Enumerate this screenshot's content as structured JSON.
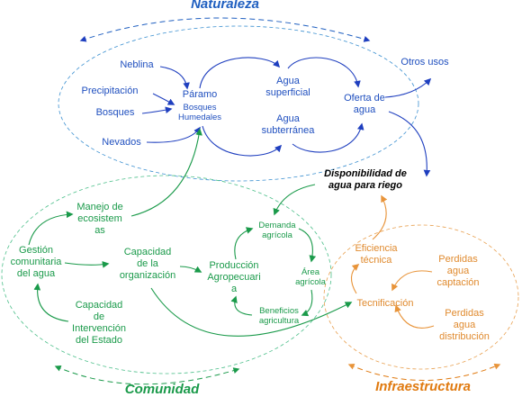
{
  "groups": {
    "naturaleza": {
      "title": "Naturaleza",
      "color": "#1f5fc0"
    },
    "comunidad": {
      "title": "Comunidad",
      "color": "#1a9a4a"
    },
    "infraestructura": {
      "title": "Infraestructura",
      "color": "#e07a10"
    }
  },
  "nodes": {
    "neblina": "Neblina",
    "precipitacion": "Precipitación",
    "bosques": "Bosques",
    "nevados": "Nevados",
    "paramo": "Páramo",
    "bosques_humedales": "Bosques\nHumedales",
    "agua_superficial": "Agua\nsuperficial",
    "agua_subterranea": "Agua\nsubterránea",
    "oferta_agua": "Oferta de\nagua",
    "otros_usos": "Otros usos",
    "disponibilidad": "Disponibilidad de\nagua para riego",
    "manejo_ecosistemas": "Manejo de\necosistem\nas",
    "gestion_comunitaria": "Gestión\ncomunitaria\ndel agua",
    "capacidad_organizacion": "Capacidad\nde la\norganización",
    "capacidad_intervencion": "Capacidad\nde\nIntervención\ndel Estado",
    "produccion_agropecuaria": "Producción\nAgropecuari\na",
    "demanda_agricola": "Demanda\nagrícola",
    "area_agricola": "Área\nagrícola",
    "beneficios_agricultura": "Beneficios\nagricultura",
    "eficiencia_tecnica": "Eficiencia\ntécnica",
    "tecnificacion": "Tecnificación",
    "perdidas_captacion": "Perdidas\nagua\ncaptación",
    "perdidas_distribucion": "Perdidas\nagua\ndistribución"
  }
}
